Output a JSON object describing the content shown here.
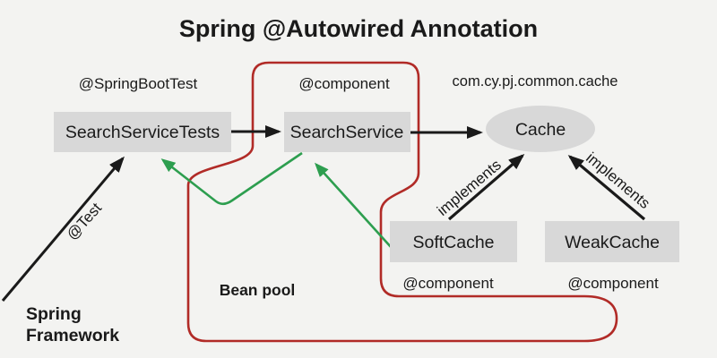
{
  "title": "Spring @Autowired Annotation",
  "colors": {
    "background": "#f3f3f1",
    "node_fill": "#d8d8d8",
    "bean_pool_outline": "#b12b27",
    "injection_arrow": "#2d9e4f",
    "arrow_black": "#1a1a1a",
    "text": "#1a1a1a"
  },
  "nodes": {
    "searchServiceTests": {
      "label": "SearchServiceTests",
      "annotation": "@SpringBootTest"
    },
    "searchService": {
      "label": "SearchService",
      "annotation": "@component"
    },
    "cache": {
      "label": "Cache",
      "package": "com.cy.pj.common.cache"
    },
    "softCache": {
      "label": "SoftCache",
      "annotation": "@component"
    },
    "weakCache": {
      "label": "WeakCache",
      "annotation": "@component"
    }
  },
  "edges": {
    "test": {
      "label": "@Test"
    },
    "implementsLeft": {
      "label": "implements"
    },
    "implementsRight": {
      "label": "implements"
    }
  },
  "captions": {
    "beanPool": "Bean pool",
    "springFramework1": "Spring",
    "springFramework2": "Framework"
  }
}
